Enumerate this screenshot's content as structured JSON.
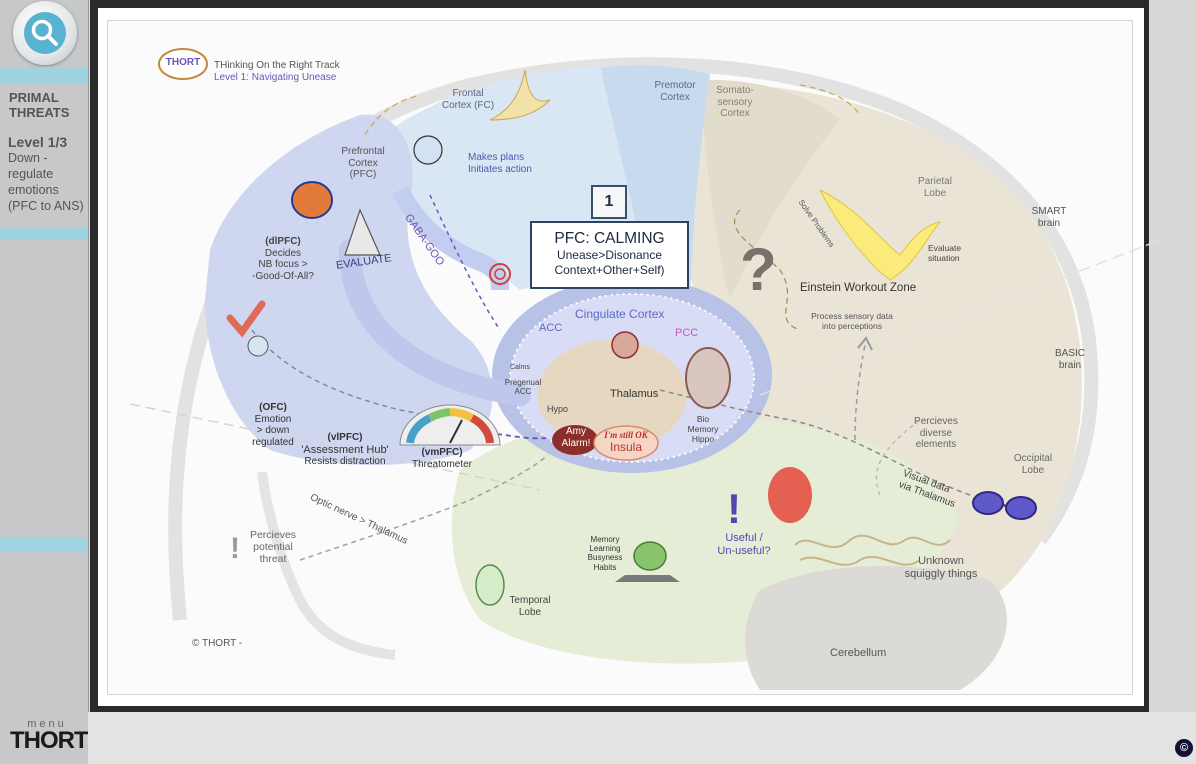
{
  "sidebar": {
    "panel_title": "PRIMAL THREATS",
    "level": "Level 1/3",
    "description": "Down -regulate emotions (PFC to ANS)",
    "menu_small": "menu",
    "menu_big": "THORT"
  },
  "header": {
    "logo_text": "THORT",
    "title": "THinking On the Right Track",
    "subtitle": "Level 1: Navigating Unease"
  },
  "step_number": "1",
  "pfc_box": {
    "title": "PFC: CALMING",
    "line1": "Unease>Disonance",
    "line2": "Context+Other+Self)"
  },
  "labels": {
    "frontal_cortex_1": "Frontal",
    "frontal_cortex_2": "Cortex (FC)",
    "premotor_1": "Premotor",
    "premotor_2": "Cortex",
    "somato_1": "Somato-",
    "somato_2": "sensory",
    "somato_3": "Cortex",
    "pfc_1": "Prefrontal",
    "pfc_2": "Cortex",
    "pfc_3": "(PFC)",
    "makes_plans_1": "Makes plans",
    "makes_plans_2": "Initiates action",
    "gaba": "GABA-GOO",
    "dlpfc_1": "(dlPFC)",
    "dlpfc_2": "Decides",
    "dlpfc_3": "NB focus >",
    "dlpfc_4": "-Good-Of-All?",
    "evaluate": "EVALUATE",
    "parietal_1": "Parietal",
    "parietal_2": "Lobe",
    "smart_1": "SMART",
    "smart_2": "brain",
    "solve": "Solve Problems",
    "eval_sit_1": "Evaluate",
    "eval_sit_2": "situation",
    "einstein": "Einstein Workout Zone",
    "process_1": "Process sensory data",
    "process_2": "into perceptions",
    "basic_1": "BASIC",
    "basic_2": "brain",
    "cingulate": "Cingulate Cortex",
    "acc": "ACC",
    "pcc": "PCC",
    "calms": "Calms",
    "pregenual_1": "Pregenual",
    "pregenual_2": "ACC",
    "thalamus": "Thalamus",
    "hypo": "Hypo",
    "bio_1": "Bio",
    "bio_2": "Memory",
    "bio_3": "Hippo",
    "amy_1": "Amy",
    "amy_2": "Alarm!",
    "still_ok": "I'm still OK",
    "insula": "Insula",
    "ofc_1": "(OFC)",
    "ofc_2": "Emotion",
    "ofc_3": "> down",
    "ofc_4": "regulated",
    "vlpfc_1": "(vlPFC)",
    "vlpfc_2": "'Assessment Hub'",
    "vlpfc_3": "Resists distraction",
    "vmpfc_1": "(vmPFC)",
    "vmpfc_2": "Threatometer",
    "perceives_div_1": "Percieves",
    "perceives_div_2": "diverse",
    "perceives_div_3": "elements",
    "occipital_1": "Occipital",
    "occipital_2": "Lobe",
    "visual_1": "Visual data",
    "visual_2": "via Thalamus",
    "optic": "Optic nerve > Thalamus",
    "threat_1": "Percieves",
    "threat_2": "potential",
    "threat_3": "threat",
    "useful_1": "Useful /",
    "useful_2": "Un-useful?",
    "memory_1": "Memory",
    "memory_2": "Learning",
    "memory_3": "Busyness",
    "memory_4": "Habits",
    "temporal_1": "Temporal",
    "temporal_2": "Lobe",
    "unknown_1": "Unknown",
    "unknown_2": "squiggly things",
    "cerebellum": "Cerebellum",
    "copyright": "© THORT   -"
  },
  "colors": {
    "sidebar_stripe": "#9fd3e0",
    "frontal_blue": "#d5e5f3",
    "pfc_purple": "#cfd6ef",
    "limbic_blue": "#b8c1e6",
    "parietal_beige": "#e9e4d6",
    "temporal_green": "#e6edd6",
    "cerebellum_grey": "#dcdad6",
    "accent_purple": "#6a56b8"
  }
}
